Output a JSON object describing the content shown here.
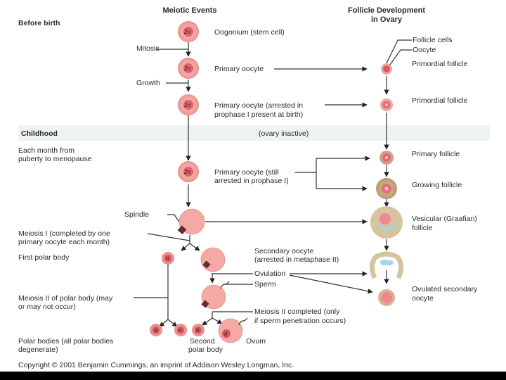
{
  "headers": {
    "meiotic": "Meiotic Events",
    "follicle_line1": "Follicle Development",
    "follicle_line2": "in Ovary"
  },
  "stages": {
    "before_birth": "Before birth",
    "childhood": "Childhood",
    "ovary_inactive": "(ovary inactive)",
    "monthly_line1": "Each month from",
    "monthly_line2": "puberty to menopause"
  },
  "process_labels": {
    "mitosis": "Mitosis",
    "growth": "Growth",
    "spindle": "Spindle",
    "meiosis1_line1": "Meiosis I (completed by one",
    "meiosis1_line2": "primary oocyte each month)",
    "first_polar_body": "First polar body",
    "meiosis2_polar_line1": "Meiosis II of polar body (may",
    "meiosis2_polar_line2": "or may not occur)",
    "polar_bodies_line1": "Polar bodies (all polar bodies",
    "polar_bodies_line2": "degenerate)",
    "second_polar_line1": "Second",
    "second_polar_line2": "polar body",
    "ovum": "Ovum",
    "ovulation": "Ovulation",
    "sperm": "Sperm",
    "meiosis2_done_line1": "Meiosis II completed (only",
    "meiosis2_done_line2": "if sperm penetration occurs)"
  },
  "cell_labels": {
    "oogonium": "Oogonium (stem cell)",
    "primary_oocyte": "Primary oocyte",
    "primary_arrested_line1": "Primary oocyte (arrested in",
    "primary_arrested_line2": "prophase I present at birth)",
    "primary_still_line1": "Primary oocyte (still",
    "primary_still_line2": "arrested in prophase I)",
    "secondary_line1": "Secondary oocyte",
    "secondary_line2": "(arrested in metaphase II)"
  },
  "ploidy": {
    "diploid": "2n",
    "haploid": "n"
  },
  "follicles": {
    "follicle_cells": "Follicle cells",
    "oocyte": "Oocyte",
    "primordial_1": "Primordial follicle",
    "primordial_2": "Primordial follicle",
    "primary": "Primary follicle",
    "growing": "Growing follicle",
    "vesicular_line1": "Vesicular (Graafian)",
    "vesicular_line2": "follicle",
    "ovulated_line1": "Ovulated secondary",
    "ovulated_line2": "oocyte"
  },
  "copyright": "Copyright © 2001 Benjamin Cummings, an imprint of Addison Wesley Longman, Inc.",
  "colors": {
    "cell_fill": "#f2a7a3",
    "cell_nucleus": "#d9535a",
    "follicle_ring": "#c9b28a",
    "antrum": "#a8d4ea",
    "band": "#eef3f1"
  }
}
